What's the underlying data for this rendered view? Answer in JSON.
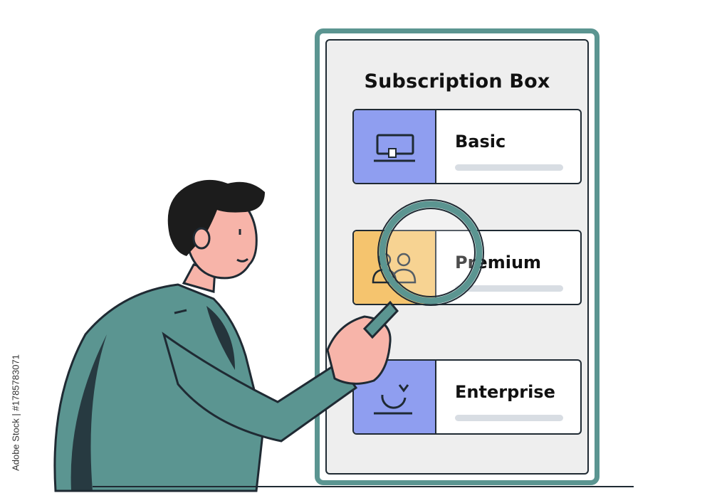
{
  "app": {
    "title": "Subscription Box"
  },
  "plans": [
    {
      "label": "Basic",
      "icon": "monitor-icon",
      "color": "#8f9ef0"
    },
    {
      "label": "Premium",
      "icon": "users-icon",
      "color": "#f5c46e"
    },
    {
      "label": "Enterprise",
      "icon": "refresh-icon",
      "color": "#8f9ef0"
    }
  ],
  "watermark": {
    "id": "Adobe Stock | #1785783071"
  },
  "colors": {
    "device_frame": "#5b9591",
    "shirt": "#5b9591",
    "skin": "#f7b4a9",
    "hair": "#1c1c1c"
  }
}
